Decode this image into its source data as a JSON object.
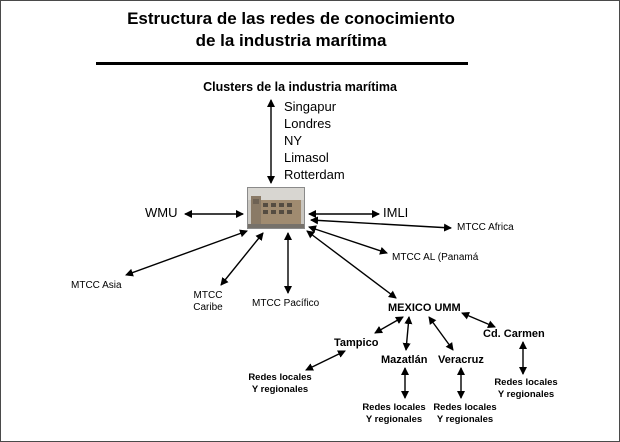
{
  "title": {
    "line1": "Estructura de las redes de conocimiento",
    "line2": "de la industria marítima"
  },
  "clusters": {
    "heading": "Clusters de la industria marítima",
    "items": [
      "Singapur",
      "Londres",
      "NY",
      "Limasol",
      "Rotterdam"
    ]
  },
  "nodes": {
    "wmu": "WMU",
    "imli": "IMLI",
    "mtcc_africa": "MTCC Africa",
    "mtcc_al_panama": "MTCC AL (Panamá",
    "mtcc_asia": "MTCC Asia",
    "mtcc_caribe": {
      "line1": "MTCC",
      "line2": "Caribe"
    },
    "mtcc_pacifico": "MTCC Pacífico",
    "mexico_umm": "MEXICO UMM",
    "tampico": "Tampico",
    "mazatlan": "Mazatlán",
    "veracruz": "Veracruz",
    "cd_carmen": "Cd. Carmen"
  },
  "redes_label": {
    "line1": "Redes locales",
    "line2": "Y regionales"
  },
  "colors": {
    "text": "#000000",
    "background": "#ffffff",
    "border": "#4a4a4a"
  }
}
